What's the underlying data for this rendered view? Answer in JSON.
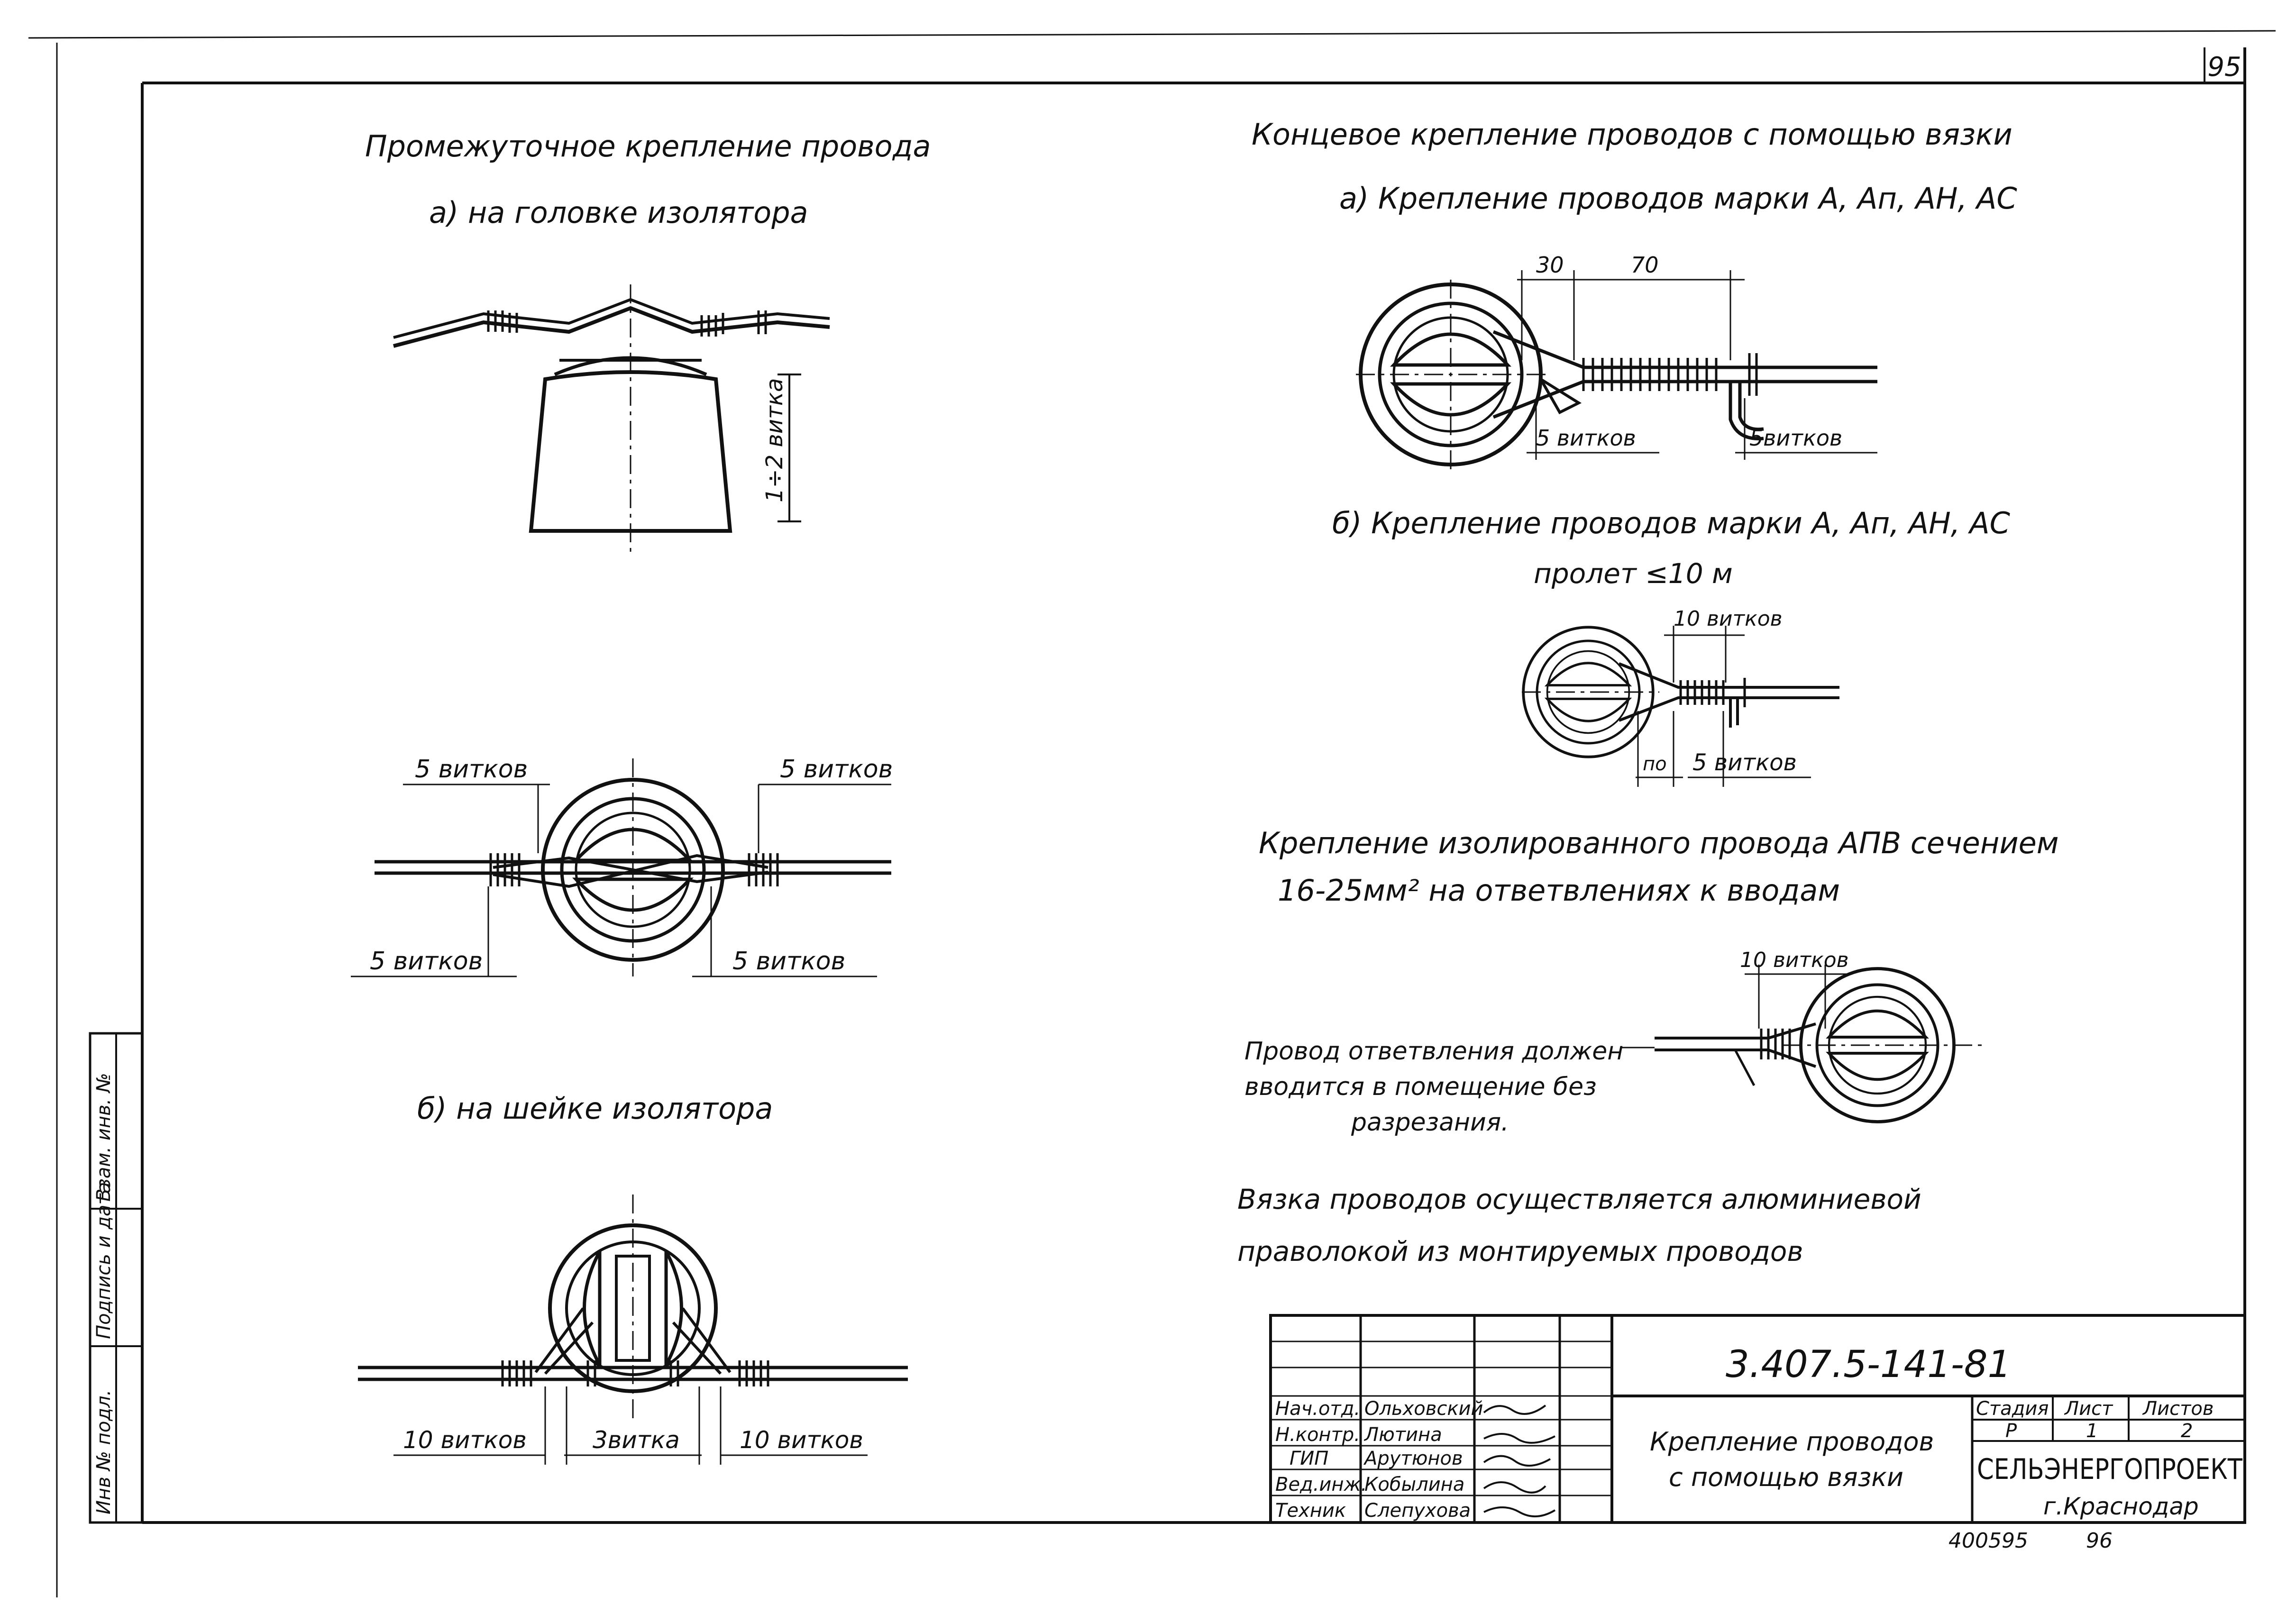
{
  "sheet_number": "95",
  "left_column": {
    "heading": "Промежуточное крепление провода",
    "part_a_caption": "а) на головке изолятора",
    "part_a_dim_label": "1÷2 витка",
    "part_b_labels": {
      "top_left": "5 витков",
      "top_right": "5 витков",
      "bottom_left": "5 витков",
      "bottom_right": "5 витков"
    },
    "part_b_caption": "б) на шейке изолятора",
    "neck_labels": {
      "left": "10 витков",
      "center": "3витка",
      "right": "10 витков"
    }
  },
  "right_column": {
    "heading": "Концевое крепление проводов с помощью вязки",
    "part_a_caption": "а) Крепление проводов марки А, Ап, АН, АС",
    "part_a_dims": {
      "d1": "30",
      "d2": "70",
      "turns_left": "5 витков",
      "turns_right": "5витков"
    },
    "part_b_caption": "б) Крепление проводов марки А, Ап, АН, АС",
    "part_b_span": "пролет ≤10 м",
    "part_b_dims": {
      "top": "10 витков",
      "small": "по",
      "turns": "5 витков"
    },
    "insulated_heading_1": "Крепление изолированного провода АПВ сечением",
    "insulated_heading_2": "16-25мм² на ответвлениях к вводам",
    "insulated_dim": "10 витков",
    "branch_note_1": "Провод ответвления должен",
    "branch_note_2": "вводится в помещение без",
    "branch_note_3": "разрезания.",
    "general_note_1": "Вязка проводов осуществляется алюминиевой",
    "general_note_2": "праволокой из монтируемых проводов"
  },
  "side_stamp": {
    "cell_1": "Инв № подл.",
    "cell_2": "Подпись и дата",
    "cell_3": "Взам. инв. №"
  },
  "title_block": {
    "doc_code": "3.407.5-141-81",
    "roles": [
      "Нач.отд.",
      "Н.контр.",
      "ГИП",
      "Вед.инж.",
      "Техник"
    ],
    "names": [
      "Ольховский",
      "Лютина",
      "Арутюнов",
      "Кобылина",
      "Слепухова"
    ],
    "drawing_title_1": "Крепление проводов",
    "drawing_title_2": "с помощью вязки",
    "stage_header": "Стадия",
    "sheet_header": "Лист",
    "sheets_header": "Листов",
    "stage_value": "Р",
    "sheet_value": "1",
    "sheets_value": "2",
    "organization": "СЕЛЬЭНЕРГОПРОЕКТ",
    "city": "г.Краснодар",
    "archive_number": "400595",
    "archive_suffix": "96"
  }
}
